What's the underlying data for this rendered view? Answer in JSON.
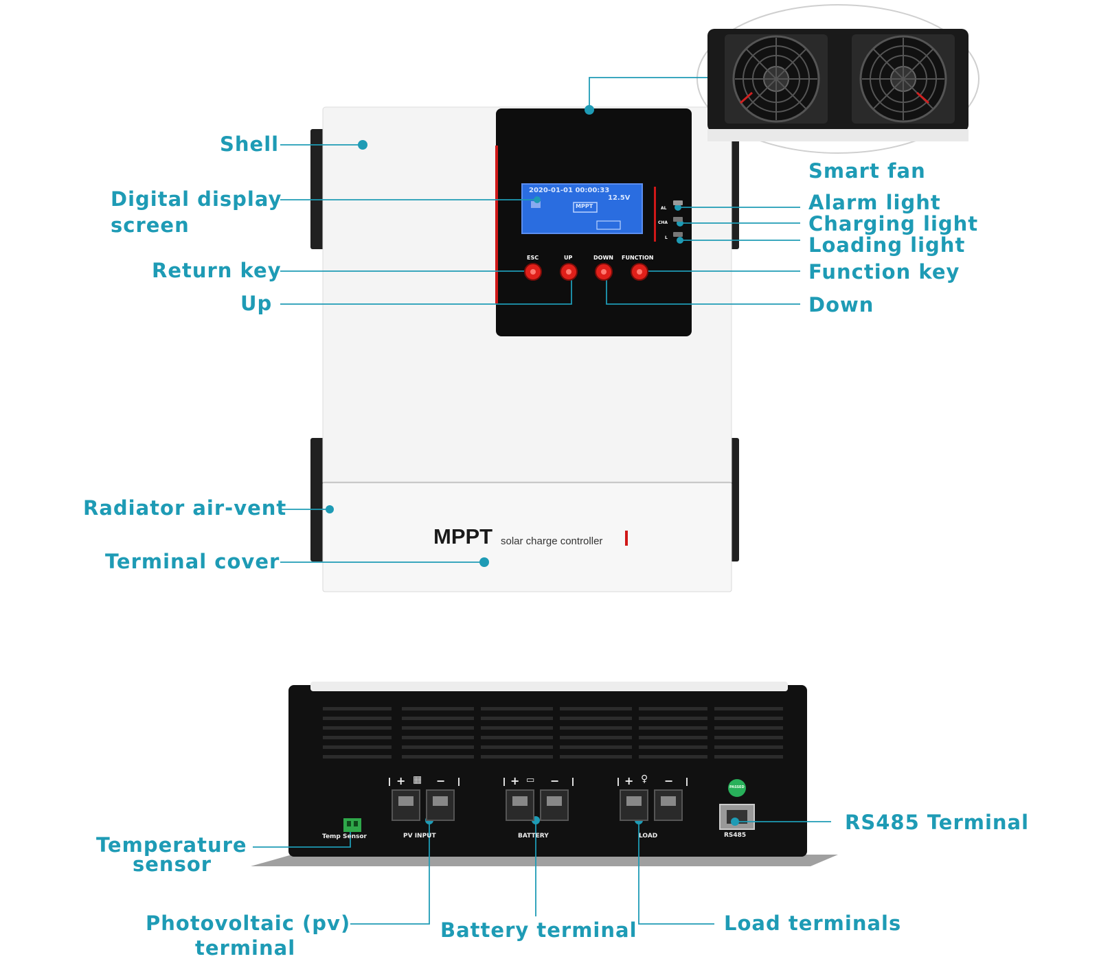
{
  "labels": {
    "shell": "Shell",
    "display_line1": "Digital display",
    "display_line2": "screen",
    "return_key": "Return key",
    "up": "Up",
    "radiator": "Radiator air-vent",
    "terminal_cover": "Terminal cover",
    "smart_fan": "Smart fan",
    "alarm_light": "Alarm light",
    "charging_light": "Charging light",
    "loading_light": "Loading light",
    "function_key": "Function key",
    "down": "Down",
    "temp_line1": "Temperature",
    "temp_line2": "sensor",
    "pv_line1": "Photovoltaic (pv)",
    "pv_line2": "terminal",
    "battery_terminal": "Battery terminal",
    "load_terminals": "Load terminals",
    "rs485_terminal": "RS485 Terminal"
  },
  "device": {
    "brand": "MPPT",
    "subtitle": "solar charge controller",
    "keys": [
      "ESC",
      "UP",
      "DOWN",
      "FUNCTION"
    ],
    "screen_line1": "2020-01-01 00:00:33",
    "screen_line2": "12.5V",
    "screen_box": "MPPT",
    "led_labels": [
      "AL",
      "CHA",
      "L"
    ]
  },
  "bottom": {
    "ports": [
      "Temp Sensor",
      "PV INPUT",
      "BATTERY",
      "LOAD",
      "RS485"
    ],
    "polarity": [
      "+",
      "−"
    ],
    "rs485_badge": "PASSED"
  },
  "colors": {
    "accent": "#1e9bb5",
    "key_red": "#e0201a",
    "lcd_blue": "#2a6de0",
    "panel_black": "#0d0d0d"
  }
}
